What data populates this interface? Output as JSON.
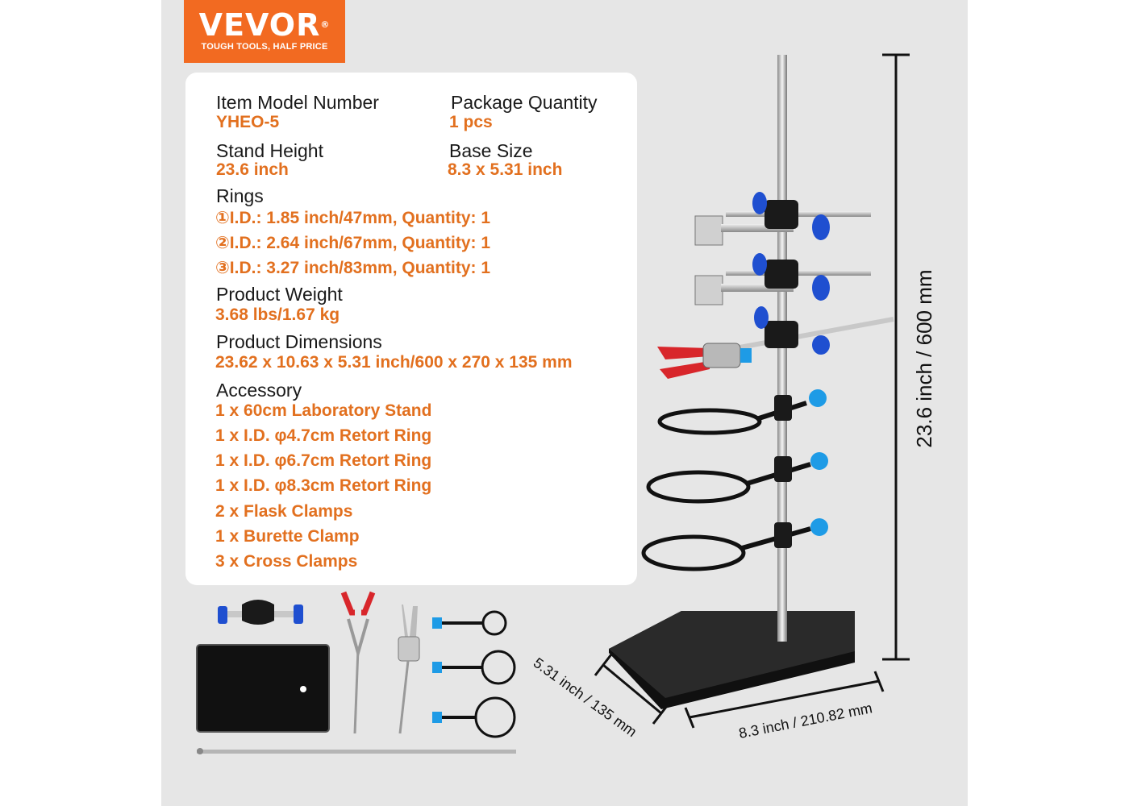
{
  "brand": {
    "name": "VEVOR",
    "registered": "®",
    "tagline": "TOUGH TOOLS, HALF PRICE",
    "color": "#f26a21"
  },
  "specs": {
    "model_label": "Item Model Number",
    "model_value": "YHEO-5",
    "package_label": "Package Quantity",
    "package_value": "1 pcs",
    "height_label": "Stand Height",
    "height_value": "23.6 inch",
    "base_label": "Base Size",
    "base_value": "8.3 x 5.31 inch",
    "rings_label": "Rings",
    "rings": [
      "①I.D.: 1.85 inch/47mm, Quantity: 1",
      "②I.D.: 2.64 inch/67mm, Quantity: 1",
      "③I.D.: 3.27 inch/83mm, Quantity: 1"
    ],
    "weight_label": "Product Weight",
    "weight_value": "3.68 lbs/1.67 kg",
    "dimensions_label": "Product Dimensions",
    "dimensions_value": "23.62 x 10.63 x 5.31 inch/600 x 270 x 135 mm",
    "accessory_label": "Accessory",
    "accessories": [
      "1 x 60cm Laboratory Stand",
      "1 x I.D. φ4.7cm Retort Ring",
      "1 x I.D. φ6.7cm Retort Ring",
      "1 x I.D. φ8.3cm Retort Ring",
      "2 x Flask Clamps",
      "1 x Burette Clamp",
      "3 x Cross Clamps"
    ],
    "value_color": "#e2701f"
  },
  "dimensions": {
    "height": "23.6 inch / 600 mm",
    "depth": "5.31 inch / 135 mm",
    "width": "8.3 inch / 210.82 mm"
  },
  "colors": {
    "knob_blue": "#1f4fd0",
    "knob_light_blue": "#1e9be6",
    "clamp_red": "#d8262b"
  }
}
